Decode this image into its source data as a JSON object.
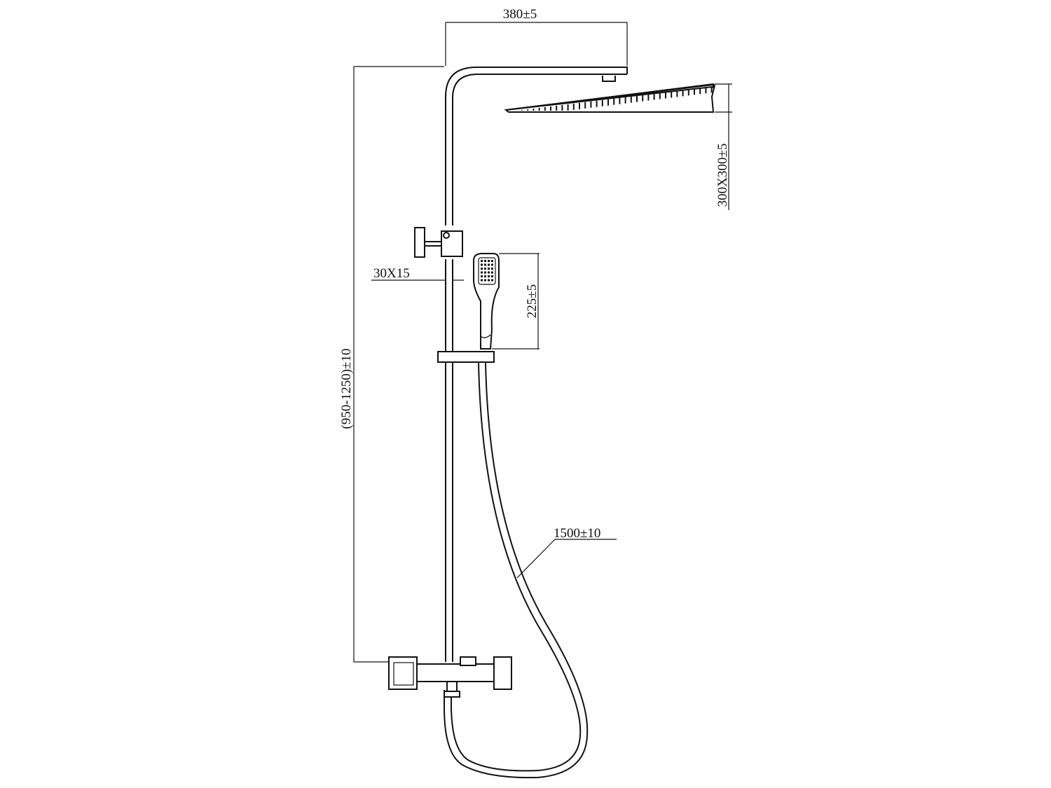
{
  "dimensions": {
    "arm_length": "380±5",
    "head_size": "300X300±5",
    "rail_profile": "30X15",
    "handshower_length": "225±5",
    "rail_height": "(950-1250)±10",
    "hose_length": "1500±10"
  }
}
